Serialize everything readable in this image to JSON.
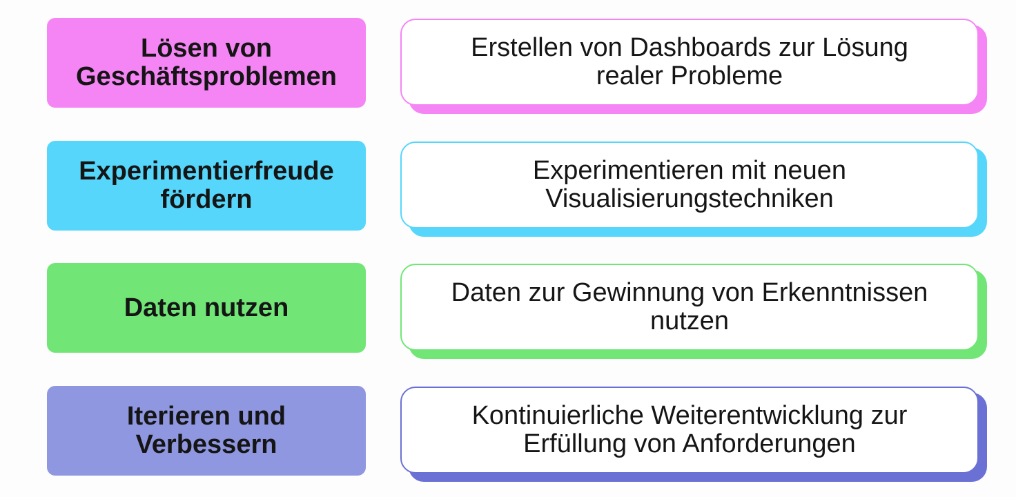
{
  "rows": [
    {
      "label": "Lösen von\nGeschäftsproblemen",
      "description": "Erstellen von Dashboards zur Lösung\nrealer Probleme",
      "color": "#f585f5"
    },
    {
      "label": "Experimentierfreude\nfördern",
      "description": "Experimentieren mit neuen\nVisualisierungstechniken",
      "color": "#55d6fa"
    },
    {
      "label": "Daten nutzen",
      "description": "Daten zur Gewinnung von Erkenntnissen\nnutzen",
      "color": "#71e677"
    },
    {
      "label": "Iterieren und\nVerbessern",
      "description": "Kontinuierliche Weiterentwicklung zur\nErfüllung von Anforderungen",
      "color": "#8f97e0",
      "accent": "#6a70d4"
    }
  ]
}
